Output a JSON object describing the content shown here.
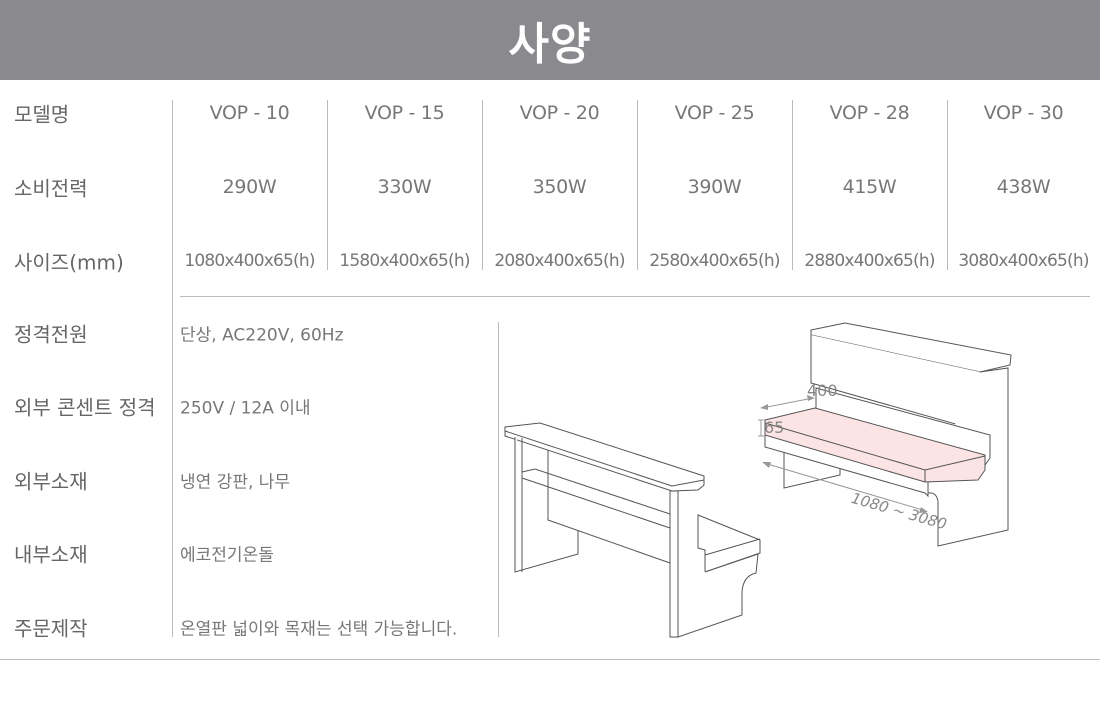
{
  "title": "사양",
  "spec_rows": {
    "labels": [
      "모델명",
      "소비전력",
      "사이즈(mm)"
    ],
    "models": [
      "VOP - 10",
      "VOP - 15",
      "VOP - 20",
      "VOP - 25",
      "VOP - 28",
      "VOP - 30"
    ],
    "power": [
      "290W",
      "330W",
      "350W",
      "390W",
      "415W",
      "438W"
    ],
    "sizes": [
      "1080x400x65(h)",
      "1580x400x65(h)",
      "2080x400x65(h)",
      "2580x400x65(h)",
      "2880x400x65(h)",
      "3080x400x65(h)"
    ]
  },
  "details": [
    {
      "label": "정격전원",
      "value": "단상, AC220V, 60Hz"
    },
    {
      "label": "외부 콘센트 정격",
      "value": "250V / 12A 이내"
    },
    {
      "label": "외부소재",
      "value": "냉연 강판, 나무"
    },
    {
      "label": "내부소재",
      "value": "에코전기온돌"
    },
    {
      "label": "주문제작",
      "value": "온열판 넓이와 목재는 선택 가능합니다."
    }
  ],
  "diagram": {
    "depth": "400",
    "height": "65",
    "length": "1080 ~ 3080",
    "seat_color": "#fde4e4"
  }
}
